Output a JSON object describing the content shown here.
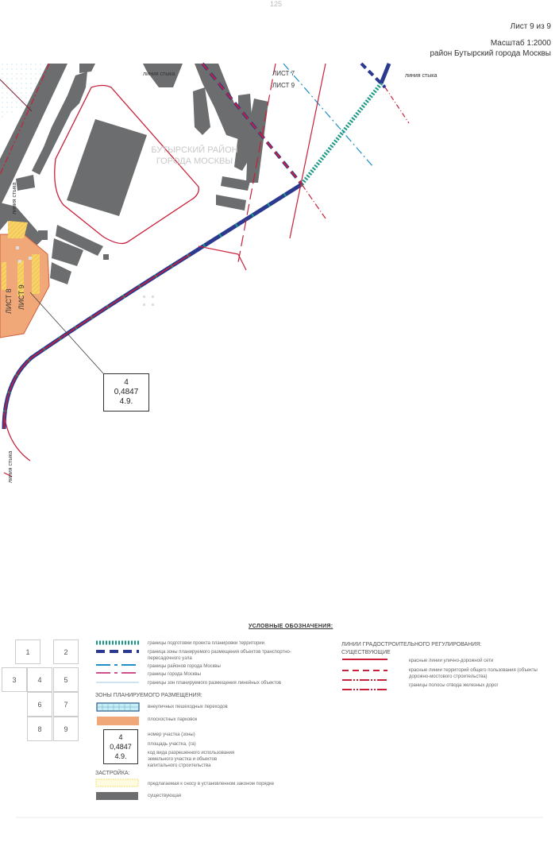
{
  "header": {
    "page_number": "125",
    "sheet": "Лист 9 из 9",
    "scale": "Масштаб 1:2000",
    "district": "район Бутырский города Москвы"
  },
  "map": {
    "labels": {
      "junction_line_top": "линия стыка",
      "junction_line_right": "линия стыка",
      "junction_line_left": "линия стыка",
      "junction_line_bottom": "линия стыка",
      "sheet7": "ЛИСТ 7",
      "sheet9": "ЛИСТ 9",
      "sheet8_vertical": "ЛИСТ 8",
      "sheet9_vertical": "ЛИСТ 9",
      "district_line1": "БУТЫРСКИЙ РАЙОН",
      "district_line2": "ГОРОДА МОСКВЫ"
    },
    "parcel": {
      "number": "4",
      "area": "0,4847",
      "code": "4.9."
    },
    "colors": {
      "building": "#6b6d6e",
      "red_line": "#c8203a",
      "blue_zone": "#2b3a8f",
      "teal": "#1a9a86",
      "parking": "#f0a878",
      "hatch_yellow": "#f7d36a",
      "district_boundary": "#1e8fc8"
    }
  },
  "legend": {
    "title": "УСЛОВНЫЕ ОБОЗНАЧЕНИЯ:",
    "sheet_grid": [
      "1",
      "2",
      "3",
      "4",
      "5",
      "6",
      "7",
      "8",
      "9"
    ],
    "boundaries": [
      {
        "symbol": "teal-dashed-thick",
        "text": "границы подготовки проекта планировки территории"
      },
      {
        "symbol": "navy-dashed",
        "text": "граница зоны планируемого размещения объектов транспортно-пересадочного узла"
      },
      {
        "symbol": "blue-dash-dot",
        "text": "границы районов города Москвы"
      },
      {
        "symbol": "pink-dash-dot",
        "text": "границы города Москвы"
      },
      {
        "symbol": "thin-blue",
        "text": "границы зон планируемого размещения линейных объектов"
      }
    ],
    "zones_header": "ЗОНЫ ПЛАНИРУЕМОГО РАЗМЕЩЕНИЯ:",
    "zones": [
      {
        "symbol": "grid-cyan",
        "text": "внеуличных пешеходных переходов"
      },
      {
        "symbol": "orange-fill",
        "text": "плоскостных парковок"
      }
    ],
    "parcel_box": {
      "number": "4",
      "area": "0,4847",
      "code": "4.9."
    },
    "parcel_explain": [
      "номер участка (зоны)",
      "площадь участка, (га)",
      "код вида разрешенного использования",
      "земельного участка и объектов",
      "капитального строительства"
    ],
    "building_header": "ЗАСТРОЙКА:",
    "buildings": [
      {
        "symbol": "yellow-hatch",
        "text": "предлагаемая к сносу в установленном законом порядке"
      },
      {
        "symbol": "gray-fill",
        "text": "существующая"
      }
    ],
    "regulation_header_1": "ЛИНИИ ГРАДОСТРОИТЕЛЬНОГО РЕГУЛИРОВАНИЯ:",
    "regulation_header_2": "СУЩЕСТВУЮЩИЕ",
    "regulation": [
      {
        "symbol": "red-solid",
        "text": "красные линии улично-дорожной сети"
      },
      {
        "symbol": "red-dashed",
        "text": "красные линии территорий общего пользования (объекты дорожно-мостового строительства)"
      },
      {
        "symbol": "red-dash-dot-dot",
        "text": "границы полосы отвода железных дорог"
      }
    ]
  }
}
